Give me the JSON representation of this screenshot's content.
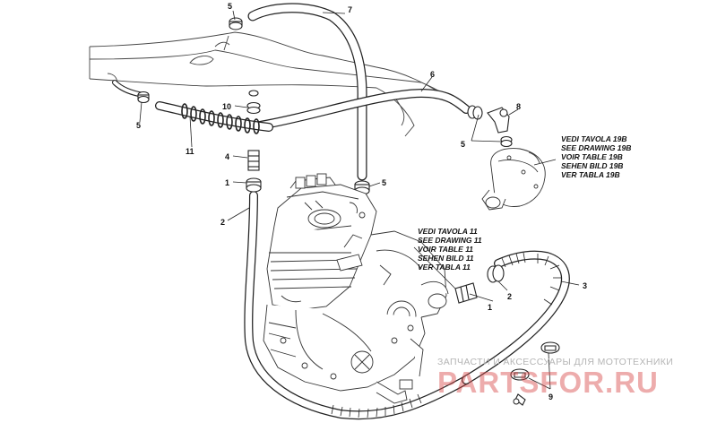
{
  "callouts": {
    "c1a": "1",
    "c1b": "1",
    "c2a": "2",
    "c2b": "2",
    "c3": "3",
    "c4": "4",
    "c5a": "5",
    "c5b": "5",
    "c5c": "5",
    "c5d": "5",
    "c6": "6",
    "c7": "7",
    "c8": "8",
    "c9": "9",
    "c10": "10",
    "c11": "11"
  },
  "reference_top": [
    "VEDI TAVOLA 19B",
    "SEE DRAWING 19B",
    "VOIR TABLE 19B",
    "SEHEN BILD 19B",
    "VER TABLA 19B"
  ],
  "reference_mid": [
    "VEDI TAVOLA 11",
    "SEE DRAWING 11",
    "VOIR TABLE 11",
    "SEHEN BILD 11",
    "VER TABLA 11"
  ],
  "watermark": {
    "caption": "ЗАПЧАСТИ И АКСЕССУАРЫ ДЛЯ МОТОТЕХНИКИ",
    "logo": "PARTSFOR.RU"
  },
  "colors": {
    "line": "#222222",
    "hose_fill": "#ffffff",
    "watermark_logo": "#d74646",
    "watermark_text": "#b5b5b5"
  }
}
